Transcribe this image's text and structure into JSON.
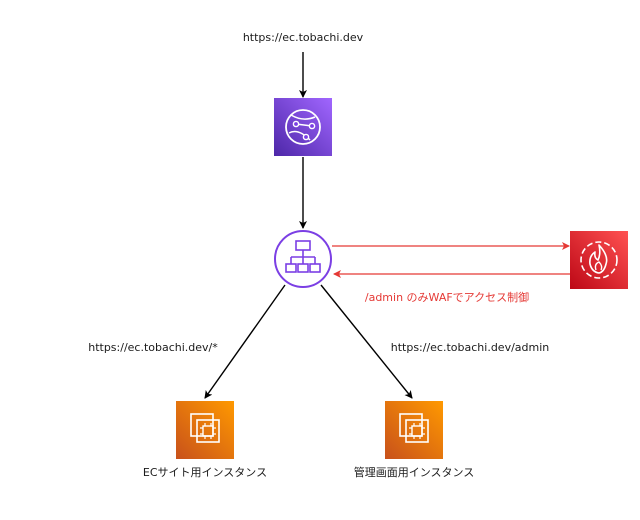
{
  "nodes": {
    "top_url": "https://ec.tobachi.dev",
    "cloudfront": "cloudfront-icon",
    "load_balancer": "load-balancer-icon",
    "waf": "waf-icon",
    "ec_instance": {
      "icon": "ec2-instance-icon",
      "label": "ECサイト用インスタンス"
    },
    "admin_instance": {
      "icon": "ec2-instance-icon",
      "label": "管理画面用インスタンス"
    }
  },
  "edges": {
    "waf_note": "/admin のみWAFでアクセス制御",
    "path_all": "https://ec.tobachi.dev/*",
    "path_admin": "https://ec.tobachi.dev/admin"
  },
  "colors": {
    "cloudfront_purple": "#7b3fe4",
    "alb_purple": "#7b3fe4",
    "waf_red": "#dd344c",
    "ec2_orange": "#f58534",
    "arrow_black": "#000000",
    "arrow_red": "#e53935",
    "text": "#1a1a1a"
  }
}
